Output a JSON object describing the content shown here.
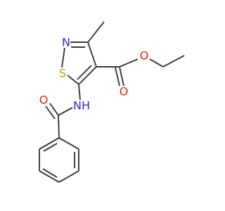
{
  "molecule": {
    "atoms": {
      "n_ring": "N",
      "s_ring": "S",
      "o_carbonyl_ester": "O",
      "o_ether_ester": "O",
      "o_amide": "O",
      "nh_amide": "NH"
    },
    "colors": {
      "bond": "#3a3a3a",
      "nitrogen": "#2b2bd6",
      "sulfur": "#b8a000",
      "oxygen": "#e0211b"
    }
  }
}
